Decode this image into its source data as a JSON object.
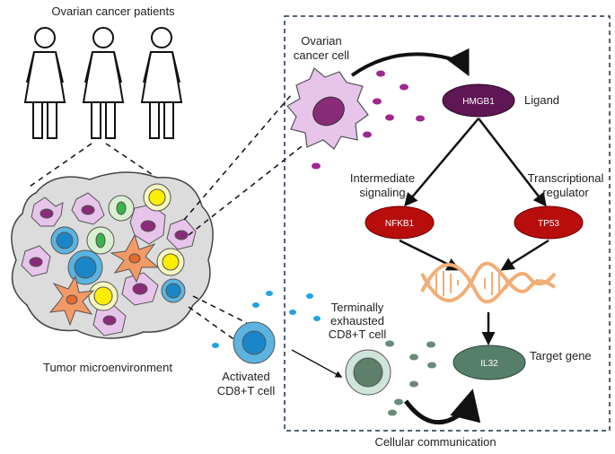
{
  "labels": {
    "patients": "Ovarian cancer patients",
    "tme": "Tumor microenvironment",
    "activated_line1": "Activated",
    "activated_line2": "CD8+T cell",
    "ovarian_line1": "Ovarian",
    "ovarian_line2": "cancer cell",
    "ligand": "Ligand",
    "intermediate_line1": "Intermediate",
    "intermediate_line2": "signaling",
    "transcriptional_line1": "Transcriptional",
    "transcriptional_line2": "regulator",
    "exhausted_line1": "Terminally",
    "exhausted_line2": "exhausted",
    "exhausted_line3": "CD8+T cell",
    "target_gene": "Target gene",
    "cellular_comm": "Cellular communication"
  },
  "nodes": {
    "hmgb1": "HMGB1",
    "nfkb1": "NFKB1",
    "tp53": "TP53",
    "il32": "IL32"
  },
  "colors": {
    "hmgb1": "#5e1654",
    "tf_red": "#b80d0d",
    "il32": "#567f6a",
    "cancer_cell": "#e7c4ea",
    "cancer_nucleus": "#8a2b78",
    "tcell_outer": "#5bb4e0",
    "tcell_inner": "#1a86c7",
    "exhausted_outer": "#cfe5dc",
    "exhausted_inner": "#5d7f6c",
    "dna": "#f2ae76",
    "box_border": "#1d3148"
  }
}
